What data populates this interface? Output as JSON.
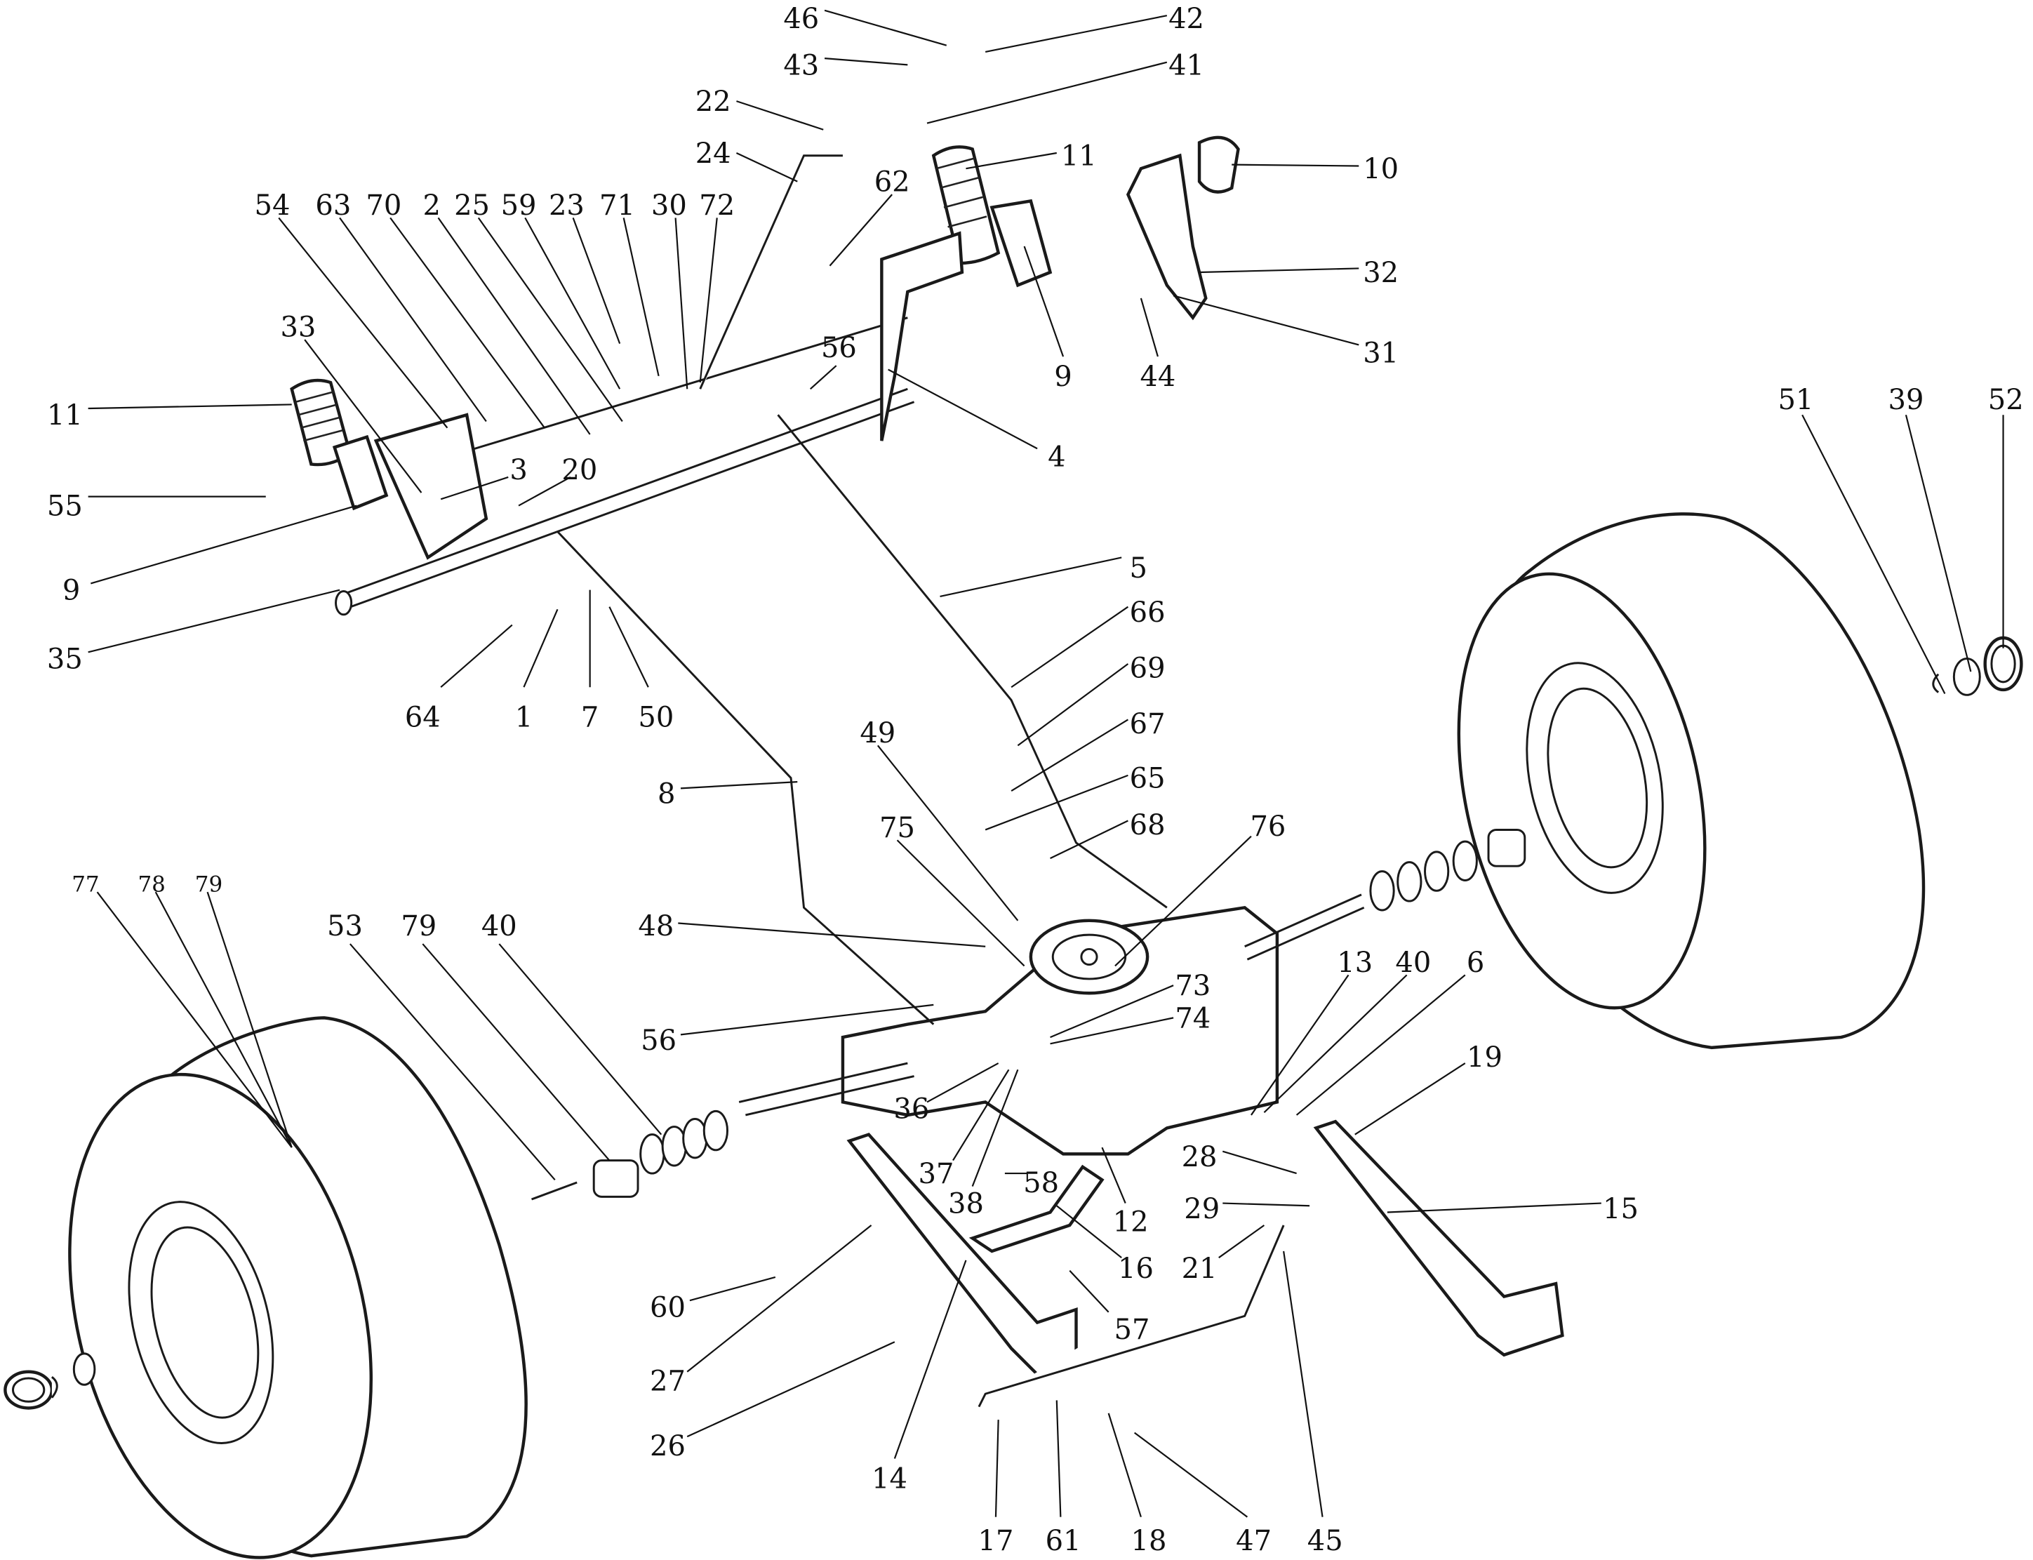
{
  "diagram": {
    "type": "exploded-parts-diagram",
    "subject": "Transaxle, pedals and rear wheels assembly",
    "callouts": [
      "46",
      "42",
      "43",
      "41",
      "22",
      "24",
      "11",
      "10",
      "54",
      "63",
      "70",
      "2",
      "25",
      "59",
      "23",
      "71",
      "30",
      "72",
      "62",
      "32",
      "31",
      "44",
      "9",
      "33",
      "56",
      "4",
      "11",
      "55",
      "3",
      "20",
      "9",
      "35",
      "5",
      "66",
      "64",
      "1",
      "7",
      "50",
      "69",
      "49",
      "67",
      "8",
      "65",
      "68",
      "75",
      "76",
      "51",
      "39",
      "52",
      "77",
      "78",
      "79",
      "53",
      "79",
      "40",
      "48",
      "73",
      "74",
      "13",
      "40",
      "6",
      "56",
      "19",
      "36",
      "37",
      "38",
      "58",
      "28",
      "12",
      "29",
      "15",
      "16",
      "21",
      "60",
      "27",
      "57",
      "26",
      "14",
      "17",
      "61",
      "18",
      "47",
      "45"
    ]
  }
}
